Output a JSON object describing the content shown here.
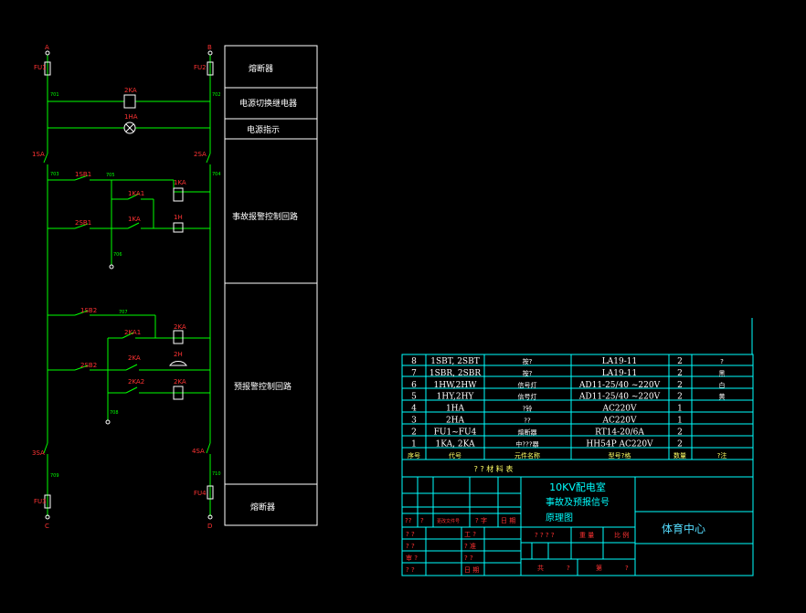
{
  "circuit": {
    "terminals": {
      "a": "A",
      "b": "B",
      "c": "C",
      "d": "D"
    },
    "fuses": {
      "fu1": "FU1",
      "fu2": "FU2",
      "fu3": "FU3",
      "fu4": "FU4"
    },
    "relay_k1": "2KA",
    "lamp": "1HA",
    "switches": {
      "s1": "1SA",
      "s2": "2SA",
      "s3": "3SA",
      "s4": "4SA"
    },
    "wires": {
      "w701": "701",
      "w702": "702",
      "w703": "703",
      "w704": "704",
      "w705": "705",
      "w706": "706",
      "w707": "707",
      "w708": "708",
      "w709": "709",
      "w710": "710"
    },
    "upper_group": {
      "b1": "1SB1",
      "b2": "2SB1",
      "k1": "1KA",
      "k2": "1KA1",
      "k3": "1KA",
      "buzzer": "1H"
    },
    "lower_group": {
      "b1": "1SB2",
      "b2": "2SB2",
      "k1": "2KA",
      "k2": "2KA1",
      "k3": "2KA",
      "bell": "2H",
      "k4": "2KA2",
      "k5": "2KA"
    },
    "sections": [
      {
        "label": "熔断器"
      },
      {
        "label": "电源切换继电器"
      },
      {
        "label": "电源指示"
      },
      {
        "label": "事故报警控制回路"
      },
      {
        "label": "预报警控制回路"
      },
      {
        "label": "熔断器"
      }
    ]
  },
  "parts_table": {
    "rows": [
      {
        "no": "8",
        "code": "1SBT, 2SBT",
        "name": "按?",
        "model": "LA19-11",
        "qty": "2",
        "note": "?"
      },
      {
        "no": "7",
        "code": "1SBR, 2SBR",
        "name": "按?",
        "model": "LA19-11",
        "qty": "2",
        "note": "黑"
      },
      {
        "no": "6",
        "code": "1HW,2HW",
        "name": "信号灯",
        "model": "AD11-25/40 ~220V",
        "qty": "2",
        "note": "白"
      },
      {
        "no": "5",
        "code": "1HY,2HY",
        "name": "信号灯",
        "model": "AD11-25/40 ~220V",
        "qty": "2",
        "note": "黄"
      },
      {
        "no": "4",
        "code": "1HA",
        "name": "?铃",
        "model": "AC220V",
        "qty": "1",
        "note": ""
      },
      {
        "no": "3",
        "code": "2HA",
        "name": "??",
        "model": "AC220V",
        "qty": "1",
        "note": ""
      },
      {
        "no": "2",
        "code": "FU1~FU4",
        "name": "熔断器",
        "model": "RT14-20/6A",
        "qty": "2",
        "note": ""
      },
      {
        "no": "1",
        "code": "1KA, 2KA",
        "name": "中???器",
        "model": "HH54P AC220V",
        "qty": "2",
        "note": ""
      }
    ],
    "headers": {
      "no": "序号",
      "code": "代号",
      "name": "元件名称",
      "model": "型号?格",
      "qty": "数量",
      "note": "?注"
    },
    "caption": "? ? 材 料 表"
  },
  "title_block": {
    "line1": "10KV配电室",
    "line2": "事故及预报信号",
    "line3": "原理图",
    "org": "体育中心",
    "rev_cells": [
      "??",
      "?",
      "更改文件号",
      "? 字",
      "日 期"
    ],
    "left_labels": [
      "? ?",
      "? ?",
      "审 ?",
      "? ?"
    ],
    "mid_labels": [
      "工 ?",
      "? 准",
      "? ?",
      "日 期"
    ],
    "stage_label": "? ? ? ?",
    "weight_label": "重 量",
    "scale_label": "比 例",
    "sheet_total": "共",
    "sheet_total_unit": "?",
    "sheet_num": "第",
    "sheet_num_unit": "?"
  }
}
